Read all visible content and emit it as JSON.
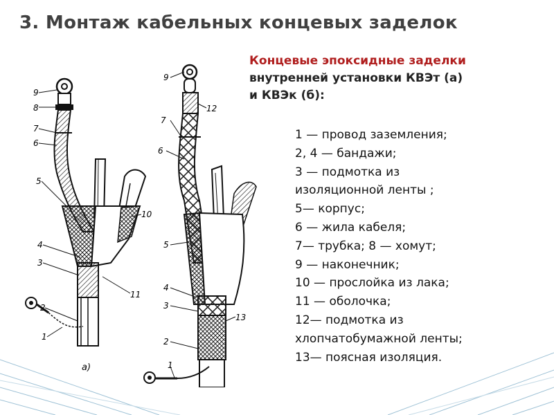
{
  "title": "3. Монтаж кабельных концевых заделок",
  "caption": {
    "line1": "Концевые эпоксидные заделки",
    "line2": "внутренней установки КВЭт (а)",
    "line3": "и КВЭк (б):"
  },
  "legend": [
    "1 — провод заземления;",
    "2, 4 — бандажи;",
    "3 — подмотка из",
    "изоляционной ленты ;",
    "5— корпус;",
    "6 — жила кабеля;",
    "7— трубка; 8 — хомут;",
    "9 — наконечник;",
    "10 — прослойка из лака;",
    "11 — оболочка;",
    "12— подмотка из",
    "хлопчатобумажной ленты;",
    "13— поясная изоляция."
  ],
  "figure": {
    "labels_a": [
      "9",
      "8",
      "7",
      "6",
      "5",
      "4",
      "3",
      "2",
      "1",
      "10",
      "11"
    ],
    "labels_b": [
      "9",
      "12",
      "7",
      "6",
      "5",
      "4",
      "3",
      "13",
      "2",
      "1"
    ],
    "caption_a": "а)"
  },
  "colors": {
    "title": "#404040",
    "caption_accent": "#b01e1e",
    "deco_lines": "#9fc2d6"
  }
}
